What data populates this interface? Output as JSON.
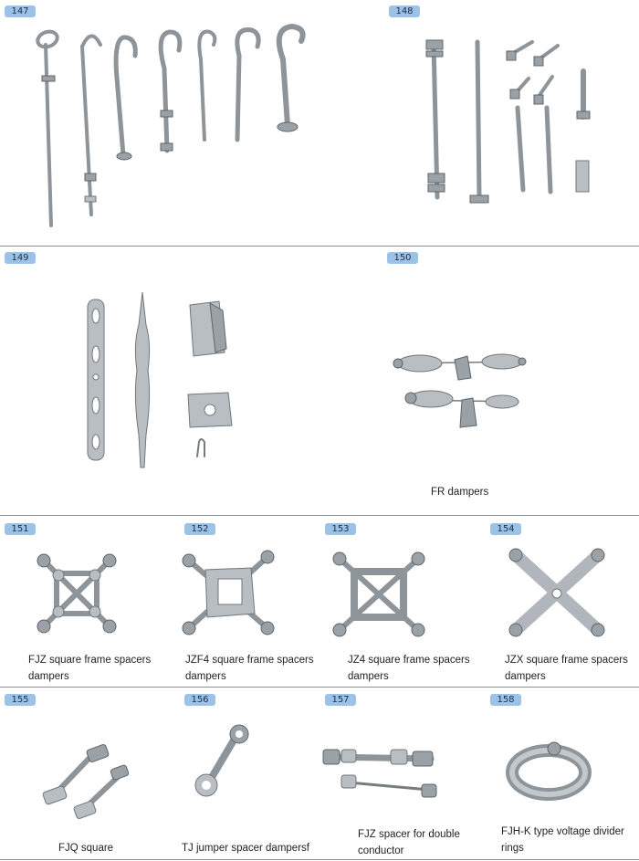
{
  "items": [
    {
      "number": "147",
      "caption": ""
    },
    {
      "number": "148",
      "caption": ""
    },
    {
      "number": "149",
      "caption": ""
    },
    {
      "number": "150",
      "caption": "FR dampers"
    },
    {
      "number": "151",
      "caption": "FJZ square frame spacers dampers"
    },
    {
      "number": "152",
      "caption": "JZF4 square frame spacers dampers"
    },
    {
      "number": "153",
      "caption": "JZ4 square frame spacers dampers"
    },
    {
      "number": "154",
      "caption": "JZX square frame spacers dampers"
    },
    {
      "number": "155",
      "caption": "FJQ square"
    },
    {
      "number": "156",
      "caption": "TJ jumper spacer dampersf"
    },
    {
      "number": "157",
      "caption": "FJZ spacer for double conductor"
    },
    {
      "number": "158",
      "caption": "FJH-K type voltage divider rings"
    }
  ],
  "colors": {
    "badge": "#9cc2e8",
    "rule": "#8f8f8f",
    "metal": "#b9bec3"
  }
}
